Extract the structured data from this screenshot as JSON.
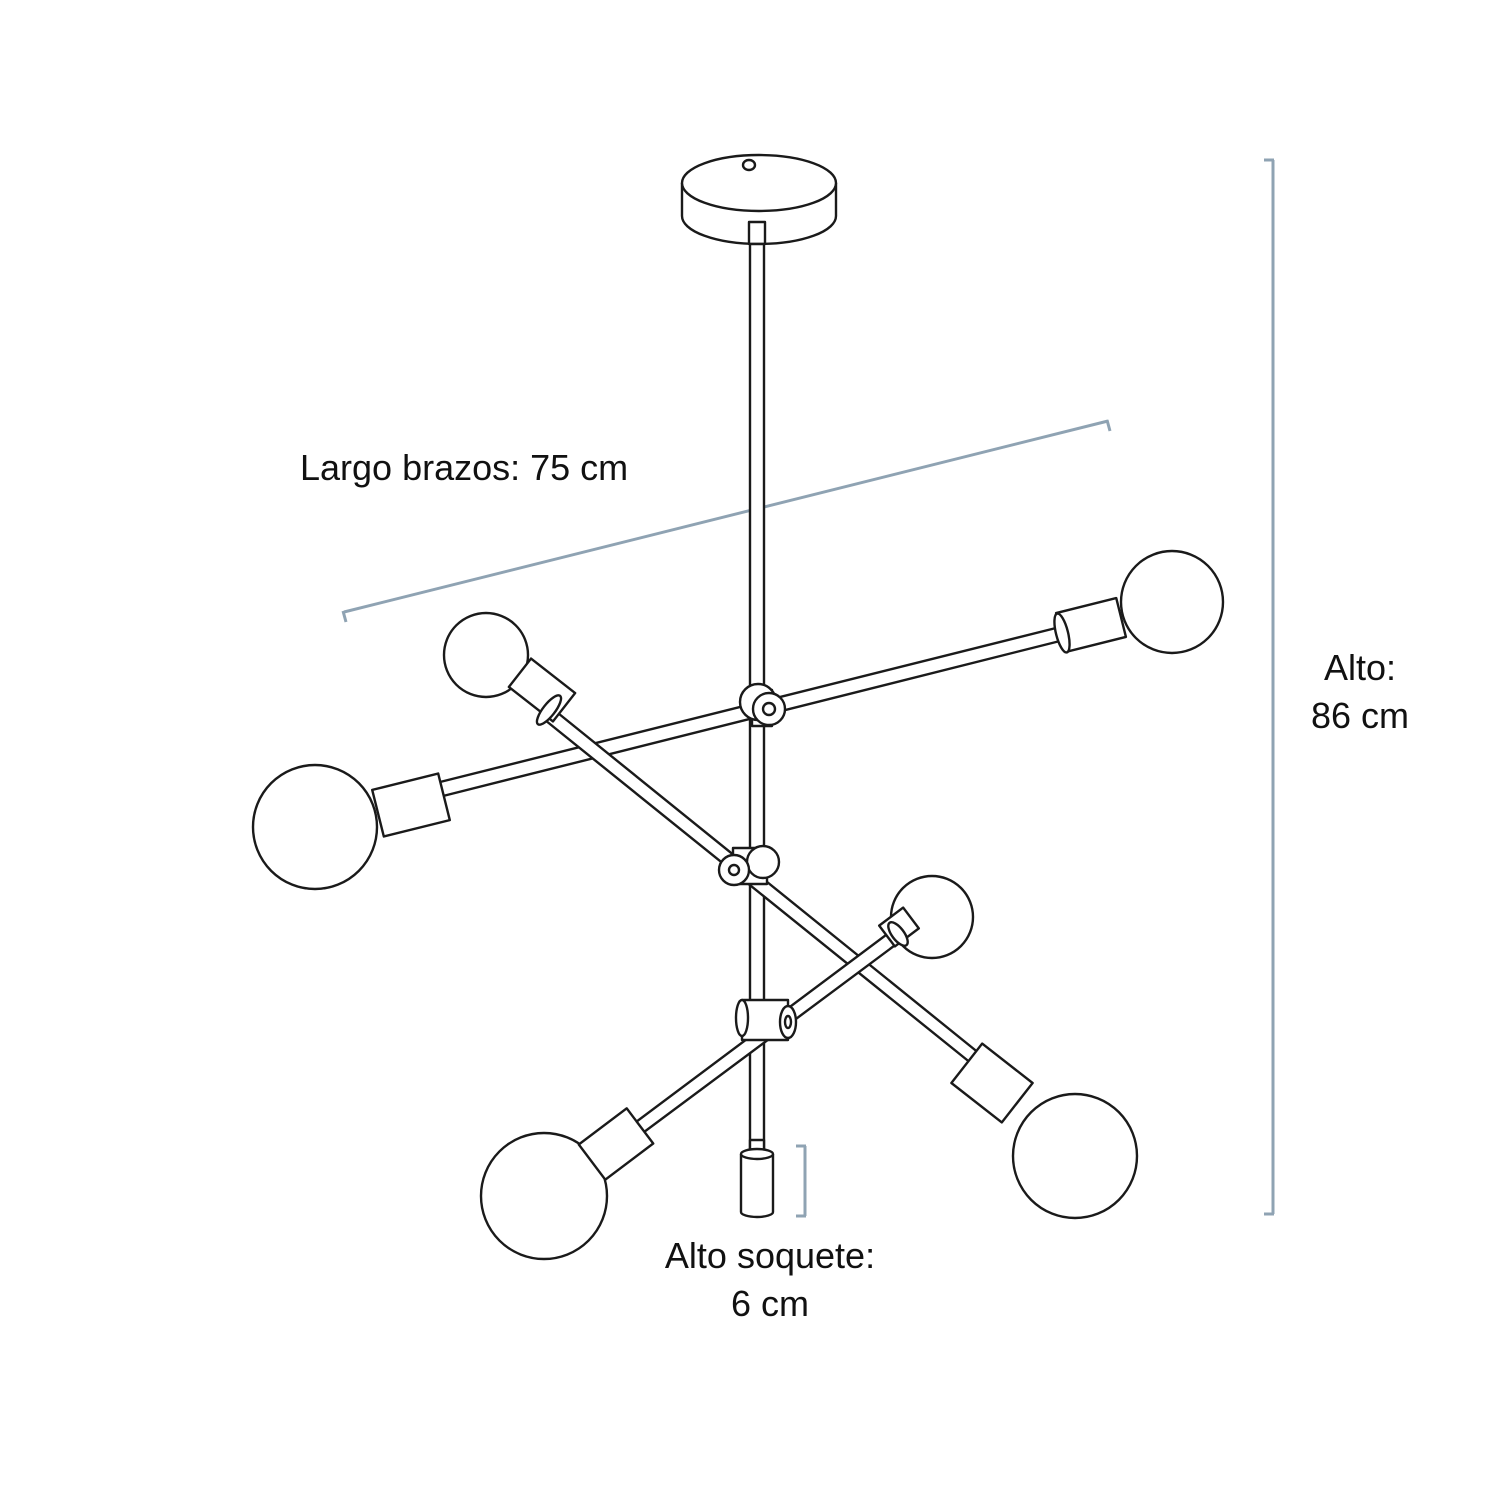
{
  "labels": {
    "arm_length": "Largo brazos: 75 cm",
    "height_line1": "Alto:",
    "height_line2": "86 cm",
    "socket_line1": "Alto soquete:",
    "socket_line2": "6 cm"
  },
  "colors": {
    "line": "#1a1a1a",
    "dimension": "#8fa3b3",
    "text": "#111111",
    "background": "#ffffff"
  }
}
